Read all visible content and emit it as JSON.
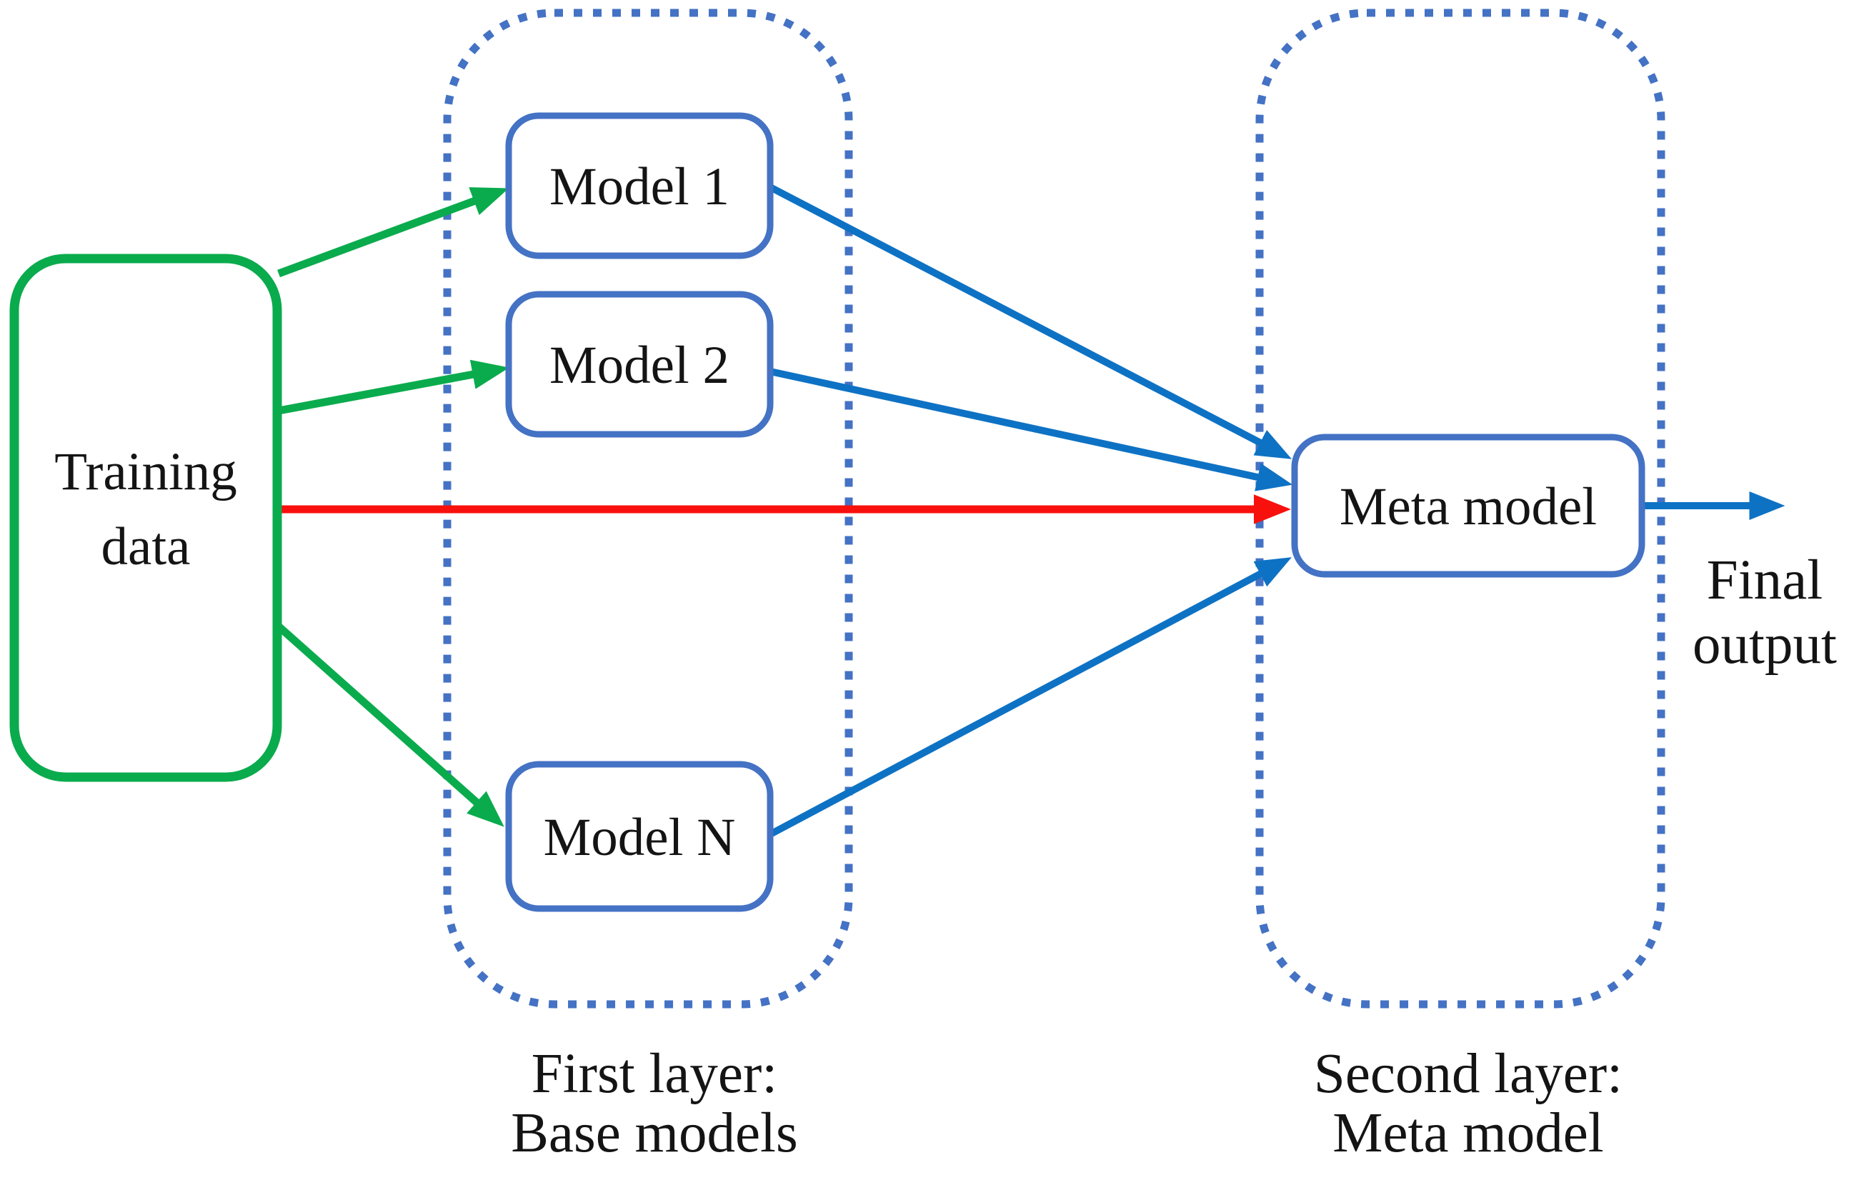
{
  "diagram": {
    "colors": {
      "background": "#ffffff",
      "green": "#0AAB4D",
      "node_border_blue": "#4472C4",
      "group_outline_blue": "#4472C4",
      "arrow_blue": "#0E72C4",
      "arrow_red": "#F8100D",
      "text": "#141414"
    },
    "nodes": {
      "training_data": {
        "lines": [
          "Training",
          "data"
        ]
      },
      "model_1": {
        "label": "Model 1"
      },
      "model_2": {
        "label": "Model 2"
      },
      "model_n": {
        "label": "Model N"
      },
      "meta_model": {
        "label": "Meta model"
      }
    },
    "groups": {
      "first_layer": {
        "caption_lines": [
          "First layer:",
          "Base models"
        ]
      },
      "second_layer": {
        "caption_lines": [
          "Second layer:",
          "Meta model"
        ]
      }
    },
    "final_output": {
      "lines": [
        "Final",
        "output"
      ]
    }
  }
}
